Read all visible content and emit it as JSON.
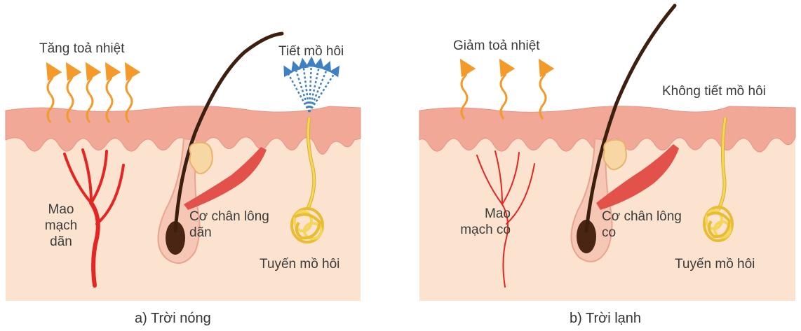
{
  "panels": [
    {
      "caption": "a) Trời nóng",
      "heat_label": "Tăng toả nhiệt",
      "sweat_label": "Tiết mồ hôi",
      "capillary_label": [
        "Mao",
        "mạch",
        "dãn"
      ],
      "muscle_label": [
        "Cơ chân lông",
        "dãn"
      ],
      "gland_label": "Tuyến mồ hôi"
    },
    {
      "caption": "b) Trời lạnh",
      "heat_label": "Giảm toả nhiệt",
      "sweat_label": "Không tiết mồ hôi",
      "capillary_label": [
        "Mao",
        "mạch co"
      ],
      "muscle_label": [
        "Cơ chân lông",
        "co"
      ],
      "gland_label": "Tuyến mồ hôi"
    }
  ],
  "colors": {
    "dermis": "#fbe3cf",
    "epidermis": "#f1a897",
    "epidermis_edge": "#e79383",
    "blood_vessel": "#e32624",
    "muscle": "#e2514a",
    "hair": "#3d1f10",
    "sweat_gland": "#f2cf4c",
    "heat_arrow": "#f39a2a",
    "sweat_arrow": "#3f7fc4"
  }
}
